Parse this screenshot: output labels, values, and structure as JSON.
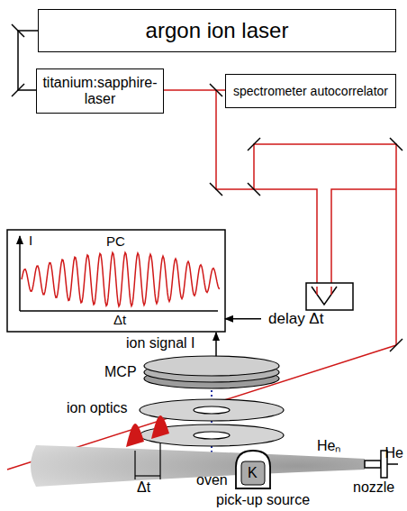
{
  "diagram": {
    "nodes": [
      {
        "text": [
          "argon ion laser"
        ]
      },
      {
        "text": [
          "titanium:sapphire- laser"
        ]
      },
      {
        "text": [
          "spectrometer autocorrelator"
        ]
      },
      {
        "text": [
          "PC",
          "I",
          "Δt"
        ]
      },
      {
        "text": [
          "delay Δt"
        ]
      },
      {
        "text": [
          "K"
        ]
      }
    ],
    "edges": [
      {
        "from": 4,
        "to": 3,
        "arrow": "to"
      }
    ],
    "labels": [
      "ion signal I",
      "MCP",
      "ion optics",
      "Heₙ",
      "He",
      "nozzle",
      "Δt",
      "oven",
      "pick-up source"
    ]
  }
}
